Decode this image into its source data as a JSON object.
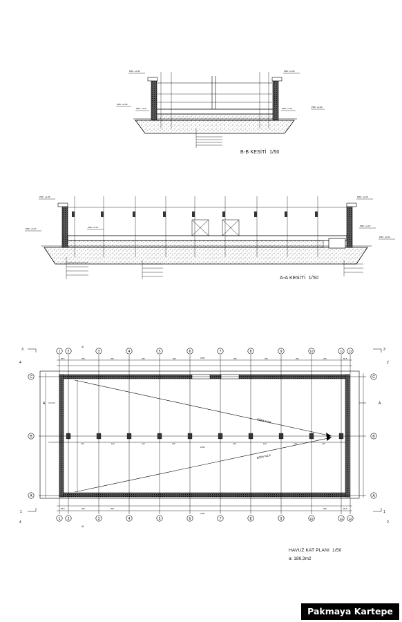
{
  "section_bb": {
    "title": "B-B KESİTİ",
    "scale": "1/50"
  },
  "section_aa": {
    "title": "A-A KESİTİ",
    "scale": "1/50"
  },
  "plan": {
    "title": "HAVUZ KAT PLANI",
    "scale": "1/50",
    "area": "a: 186,3m2",
    "grid_numbers": [
      "1",
      "2",
      "3",
      "4",
      "5",
      "6",
      "7",
      "8",
      "9",
      "10",
      "11",
      "12"
    ],
    "grid_letters": [
      "C",
      "B",
      "A"
    ],
    "slope_top": "EĞİM %2.5",
    "slope_bottom": "EĞİM %2.5",
    "section_marks": {
      "a": "A",
      "b": "B"
    }
  },
  "watermark": "Pakmaya Kartepe",
  "colors": {
    "ink": "#000000",
    "paper": "#ffffff",
    "hatch": "#333333"
  }
}
